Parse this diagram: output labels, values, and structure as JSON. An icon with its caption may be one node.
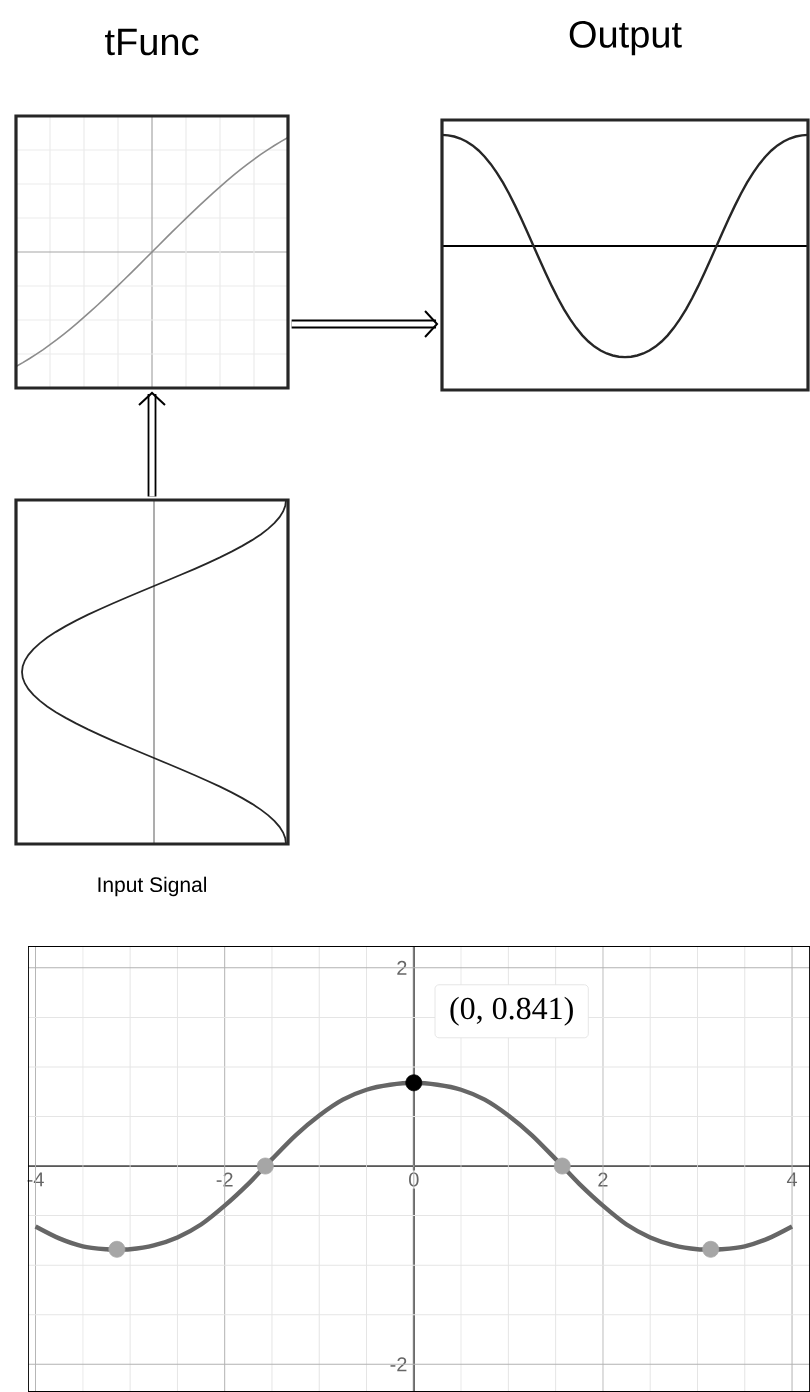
{
  "diagram": {
    "nodes": [
      {
        "text": [
          "tFunc"
        ]
      },
      {
        "text": [
          "Output"
        ]
      },
      {
        "text": [
          "Input Signal"
        ]
      }
    ],
    "edges": [
      {
        "from": 2,
        "to": 0,
        "arrow": "to"
      },
      {
        "from": 0,
        "to": 1,
        "arrow": "to"
      }
    ],
    "chart_data": {
      "type": "line",
      "x": [
        -4,
        -3.75,
        -3.5,
        -3.25,
        -3.14,
        -3,
        -2.75,
        -2.5,
        -2.25,
        -2,
        -1.75,
        -1.57,
        -1.5,
        -1.25,
        -1,
        -0.75,
        -0.5,
        -0.25,
        0,
        0.25,
        0.5,
        0.75,
        1,
        1.25,
        1.5,
        1.57,
        1.75,
        2,
        2.25,
        2.5,
        2.75,
        3,
        3.14,
        3.25,
        3.5,
        3.75,
        4
      ],
      "series": [
        {
          "color": "#666666",
          "values": [
            -0.61,
            -0.73,
            -0.81,
            -0.84,
            -0.84,
            -0.84,
            -0.8,
            -0.72,
            -0.59,
            -0.4,
            -0.18,
            0,
            0.07,
            0.31,
            0.51,
            0.67,
            0.77,
            0.82,
            0.84,
            0.82,
            0.77,
            0.67,
            0.51,
            0.31,
            0.07,
            0,
            -0.18,
            -0.4,
            -0.59,
            -0.72,
            -0.8,
            -0.84,
            -0.84,
            -0.84,
            -0.81,
            -0.73,
            -0.61
          ]
        },
        {
          "color": "#a6a6a6",
          "marker": true,
          "values": [
            null,
            null,
            null,
            null,
            -0.84,
            null,
            null,
            null,
            null,
            null,
            null,
            0,
            null,
            null,
            null,
            null,
            null,
            null,
            null,
            null,
            null,
            null,
            null,
            null,
            null,
            0,
            null,
            null,
            null,
            null,
            null,
            null,
            -0.84,
            null,
            null,
            null,
            null
          ]
        },
        {
          "color": "#000000",
          "marker": true,
          "values": [
            null,
            null,
            null,
            null,
            null,
            null,
            null,
            null,
            null,
            null,
            null,
            null,
            null,
            null,
            null,
            null,
            null,
            null,
            0.84,
            null,
            null,
            null,
            null,
            null,
            null,
            null,
            null,
            null,
            null,
            null,
            null,
            null,
            null,
            null,
            null,
            null,
            null
          ]
        }
      ],
      "grid": true,
      "xlim": [
        -4.08,
        4.19
      ],
      "ylim": [
        -2.28,
        2.22
      ],
      "xticks": [
        -4,
        -2,
        0,
        2,
        4
      ],
      "yticks": [
        -2,
        2
      ],
      "annotations": [
        {
          "text": "(0, 0.841)"
        }
      ]
    }
  }
}
